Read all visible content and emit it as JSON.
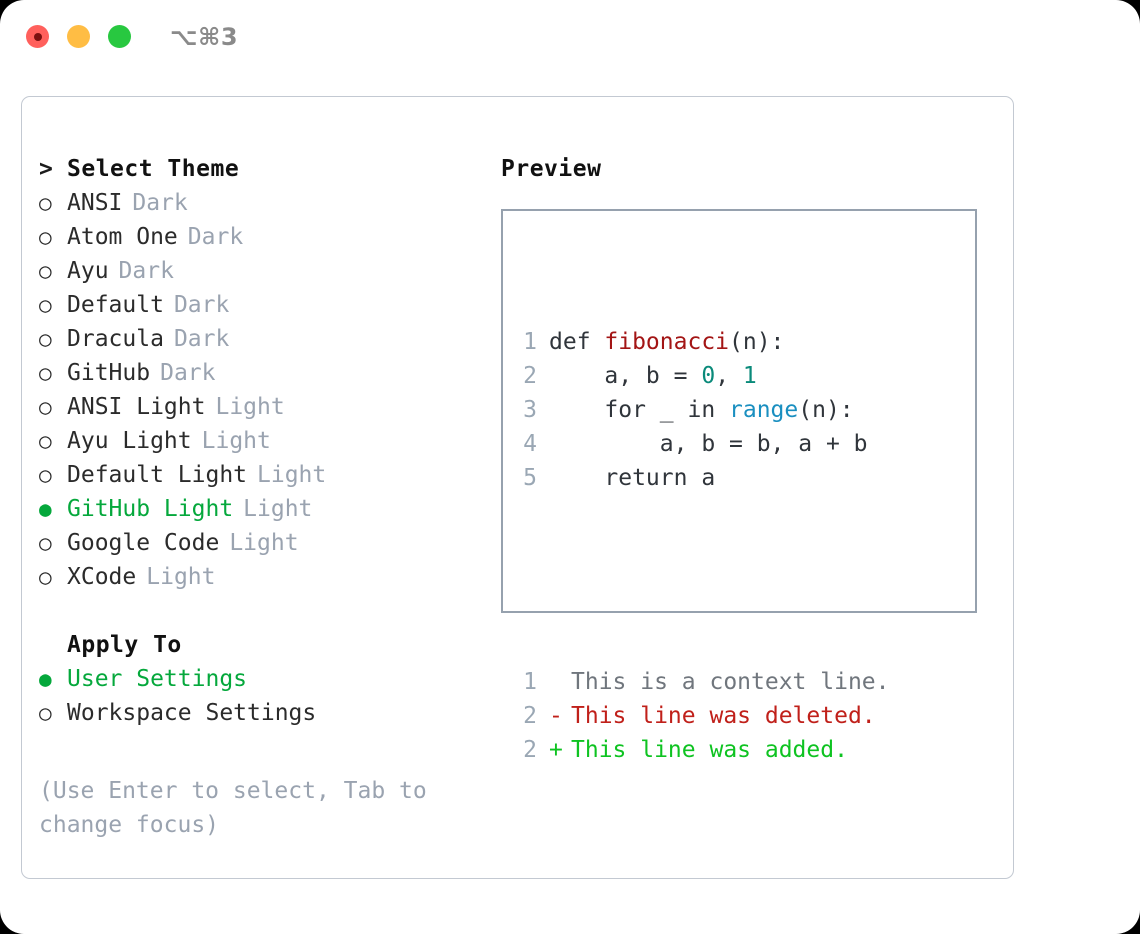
{
  "titlebar": {
    "shortcut": "⌥⌘3",
    "lights": [
      {
        "name": "close",
        "color": "#ff605c"
      },
      {
        "name": "minimize",
        "color": "#ffbd44"
      },
      {
        "name": "maximize",
        "color": "#28c840"
      }
    ]
  },
  "colors": {
    "accent_green": "#05a83c",
    "muted": "#9aa3b0",
    "text": "#2b2b2b",
    "panel_border": "#c3c9d2",
    "preview_border": "#96a1ae"
  },
  "theme_picker": {
    "prompt": ">",
    "header": "Select Theme",
    "marker_on": "●",
    "marker_off": "○",
    "items": [
      {
        "label": "ANSI",
        "tag": "Dark",
        "selected": false
      },
      {
        "label": "Atom One",
        "tag": "Dark",
        "selected": false
      },
      {
        "label": "Ayu",
        "tag": "Dark",
        "selected": false
      },
      {
        "label": "Default",
        "tag": "Dark",
        "selected": false
      },
      {
        "label": "Dracula",
        "tag": "Dark",
        "selected": false
      },
      {
        "label": "GitHub",
        "tag": "Dark",
        "selected": false
      },
      {
        "label": "ANSI Light",
        "tag": "Light",
        "selected": false
      },
      {
        "label": "Ayu Light",
        "tag": "Light",
        "selected": false
      },
      {
        "label": "Default Light",
        "tag": "Light",
        "selected": false
      },
      {
        "label": "GitHub Light",
        "tag": "Light",
        "selected": true
      },
      {
        "label": "Google Code",
        "tag": "Light",
        "selected": false
      },
      {
        "label": "XCode",
        "tag": "Light",
        "selected": false
      }
    ]
  },
  "apply_to": {
    "header": "Apply To",
    "items": [
      {
        "label": "User Settings",
        "selected": true
      },
      {
        "label": "Workspace Settings",
        "selected": false
      }
    ]
  },
  "hint": "(Use Enter to select, Tab to change focus)",
  "preview": {
    "title": "Preview",
    "code_lines": [
      {
        "no": "1",
        "tokens": [
          {
            "t": "def ",
            "k": "plain"
          },
          {
            "t": "fibonacci",
            "k": "fn"
          },
          {
            "t": "(n):",
            "k": "plain"
          }
        ]
      },
      {
        "no": "2",
        "tokens": [
          {
            "t": "    a, b = ",
            "k": "plain"
          },
          {
            "t": "0",
            "k": "num"
          },
          {
            "t": ", ",
            "k": "plain"
          },
          {
            "t": "1",
            "k": "num"
          }
        ]
      },
      {
        "no": "3",
        "tokens": [
          {
            "t": "    for _ in ",
            "k": "plain"
          },
          {
            "t": "range",
            "k": "call"
          },
          {
            "t": "(n):",
            "k": "plain"
          }
        ]
      },
      {
        "no": "4",
        "tokens": [
          {
            "t": "        a, b = b, a + b",
            "k": "plain"
          }
        ]
      },
      {
        "no": "5",
        "tokens": [
          {
            "t": "    return a",
            "k": "plain"
          }
        ]
      }
    ],
    "diff_lines": [
      {
        "no": "1",
        "sign": " ",
        "text": "This is a context line.",
        "kind": "ctx"
      },
      {
        "no": "2",
        "sign": "-",
        "text": "This line was deleted.",
        "kind": "del"
      },
      {
        "no": "2",
        "sign": "+",
        "text": "This line was added.",
        "kind": "add"
      }
    ]
  }
}
